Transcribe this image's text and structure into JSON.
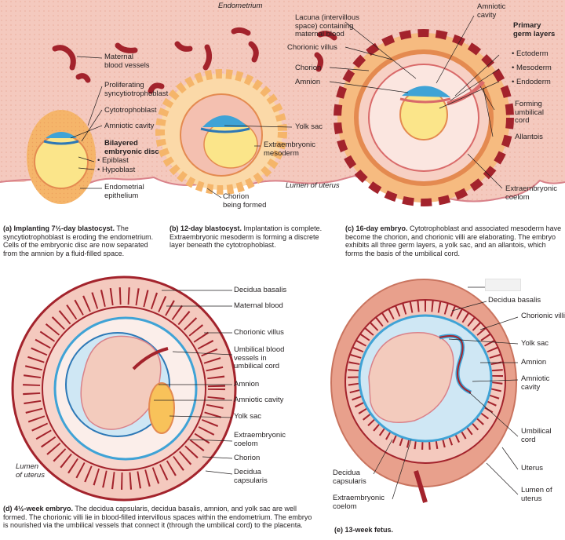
{
  "colors": {
    "tissue": "#f4c9be",
    "tissue_dark": "#e7a596",
    "vessel": "#a3232c",
    "troph": "#f5b56a",
    "troph_light": "#fbd9a8",
    "amnion": "#3fa3d6",
    "yolk": "#fbe58a",
    "mesoderm": "#d96a6a",
    "uterus": "#e8a08c",
    "fetus": "#f3cbbd"
  },
  "panel_a": {
    "endometrium": "Endometrium",
    "maternal_vessels": "Maternal\nblood vessels",
    "syncytio": "Proliferating\nsyncytiotrophoblast",
    "cyto": "Cytotrophoblast",
    "amniotic_cavity": "Amniotic cavity",
    "disc": "Bilayered\nembryonic disc",
    "epiblast": "• Epiblast",
    "hypoblast": "• Hypoblast",
    "endo_epi": "Endometrial\nepithelium",
    "caption_title": "(a) Implanting 7½-day blastocyst.",
    "caption_text": " The syncytiotrophoblast is eroding the endometrium. Cells of the embryonic disc are now separated from the amnion by a fluid-filled space."
  },
  "panel_b": {
    "yolk_sac": "Yolk sac",
    "extra_meso": "Extraembryonic\nmesoderm",
    "chorion_forming": "Chorion\nbeing formed",
    "lumen": "Lumen of uterus",
    "caption_title": "(b) 12-day blastocyst.",
    "caption_text": " Implantation is complete. Extraembryonic mesoderm is forming a discrete layer beneath the cytotrophoblast."
  },
  "panel_c": {
    "lacuna": "Lacuna (intervillous\nspace) containing\nmaternal blood",
    "chorionic_villus": "Chorionic villus",
    "chorion": "Chorion",
    "amnion": "Amnion",
    "amniotic_cavity": "Amniotic\ncavity",
    "germ_layers": "Primary\ngerm layers",
    "ectoderm": "• Ectoderm",
    "mesoderm": "• Mesoderm",
    "endoderm": "• Endoderm",
    "forming_cord": "Forming\numbilical\ncord",
    "allantois": "Allantois",
    "extra_coelom": "Extraembryonic\ncoelom",
    "caption_title": "(c) 16-day embryo.",
    "caption_text": " Cytotrophoblast and associated mesoderm have become the chorion, and chorionic villi are elaborating. The embryo exhibits all three germ layers, a yolk sac, and an allantois, which forms the basis of the umbilical cord."
  },
  "panel_d": {
    "decidua_basalis": "Decidua basalis",
    "maternal_blood": "Maternal blood",
    "chorionic_villus": "Chorionic villus",
    "umbilical_vessels": "Umbilical blood\nvessels in\numbilical cord",
    "amnion": "Amnion",
    "amniotic_cavity": "Amniotic cavity",
    "yolk_sac": "Yolk sac",
    "extra_coelom": "Extraembryonic\ncoelom",
    "chorion": "Chorion",
    "decidua_capsularis": "Decidua\ncapsularis",
    "lumen": "Lumen\nof uterus",
    "caption_title": "(d) 4½-week embryo.",
    "caption_text": " The decidua capsularis, decidua basalis, amnion, and yolk sac are well formed. The chorionic villi lie in blood-filled intervillous spaces within the endometrium. The embryo is nourished via the umbilical vessels that connect it (through the umbilical cord) to the placenta."
  },
  "panel_e": {
    "decidua_basalis": "Decidua basalis",
    "chorionic_villi": "Chorionic villi",
    "yolk_sac": "Yolk sac",
    "amnion": "Amnion",
    "amniotic_cavity": "Amniotic\ncavity",
    "umbilical_cord": "Umbilical\ncord",
    "uterus": "Uterus",
    "lumen": "Lumen of\nuterus",
    "decidua_capsularis": "Decidua\ncapsularis",
    "extra_coelom": "Extraembryonic\ncoelom",
    "caption_title": "(e) 13-week fetus."
  }
}
